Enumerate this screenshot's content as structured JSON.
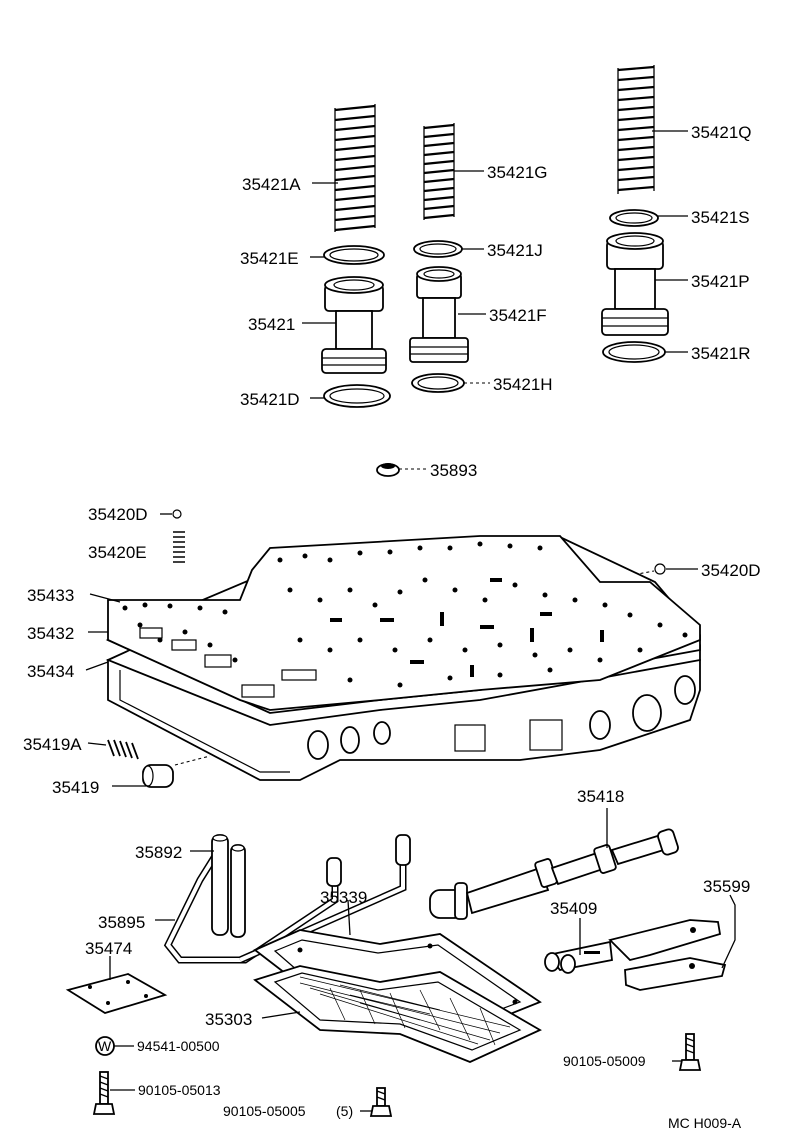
{
  "diagram_code": "MC H009-A",
  "labels": {
    "35421A": "35421A",
    "35421E": "35421E",
    "35421": "35421",
    "35421D": "35421D",
    "35421G": "35421G",
    "35421J": "35421J",
    "35421F": "35421F",
    "35421H": "35421H",
    "35421Q": "35421Q",
    "35421S": "35421S",
    "35421P": "35421P",
    "35421R": "35421R",
    "35893": "35893",
    "35420D_left": "35420D",
    "35420E": "35420E",
    "35420D_right": "35420D",
    "35433": "35433",
    "35432": "35432",
    "35434": "35434",
    "35419A": "35419A",
    "35419": "35419",
    "35418": "35418",
    "35892": "35892",
    "35895": "35895",
    "35339": "35339",
    "35599": "35599",
    "35409": "35409",
    "35474": "35474",
    "35303": "35303",
    "94541": "94541-00500",
    "washer_mark": "W",
    "90105_05009": "90105-05009",
    "90105_05013": "90105-05013",
    "90105_05005": "90105-05005",
    "qty_5": "(5)"
  }
}
